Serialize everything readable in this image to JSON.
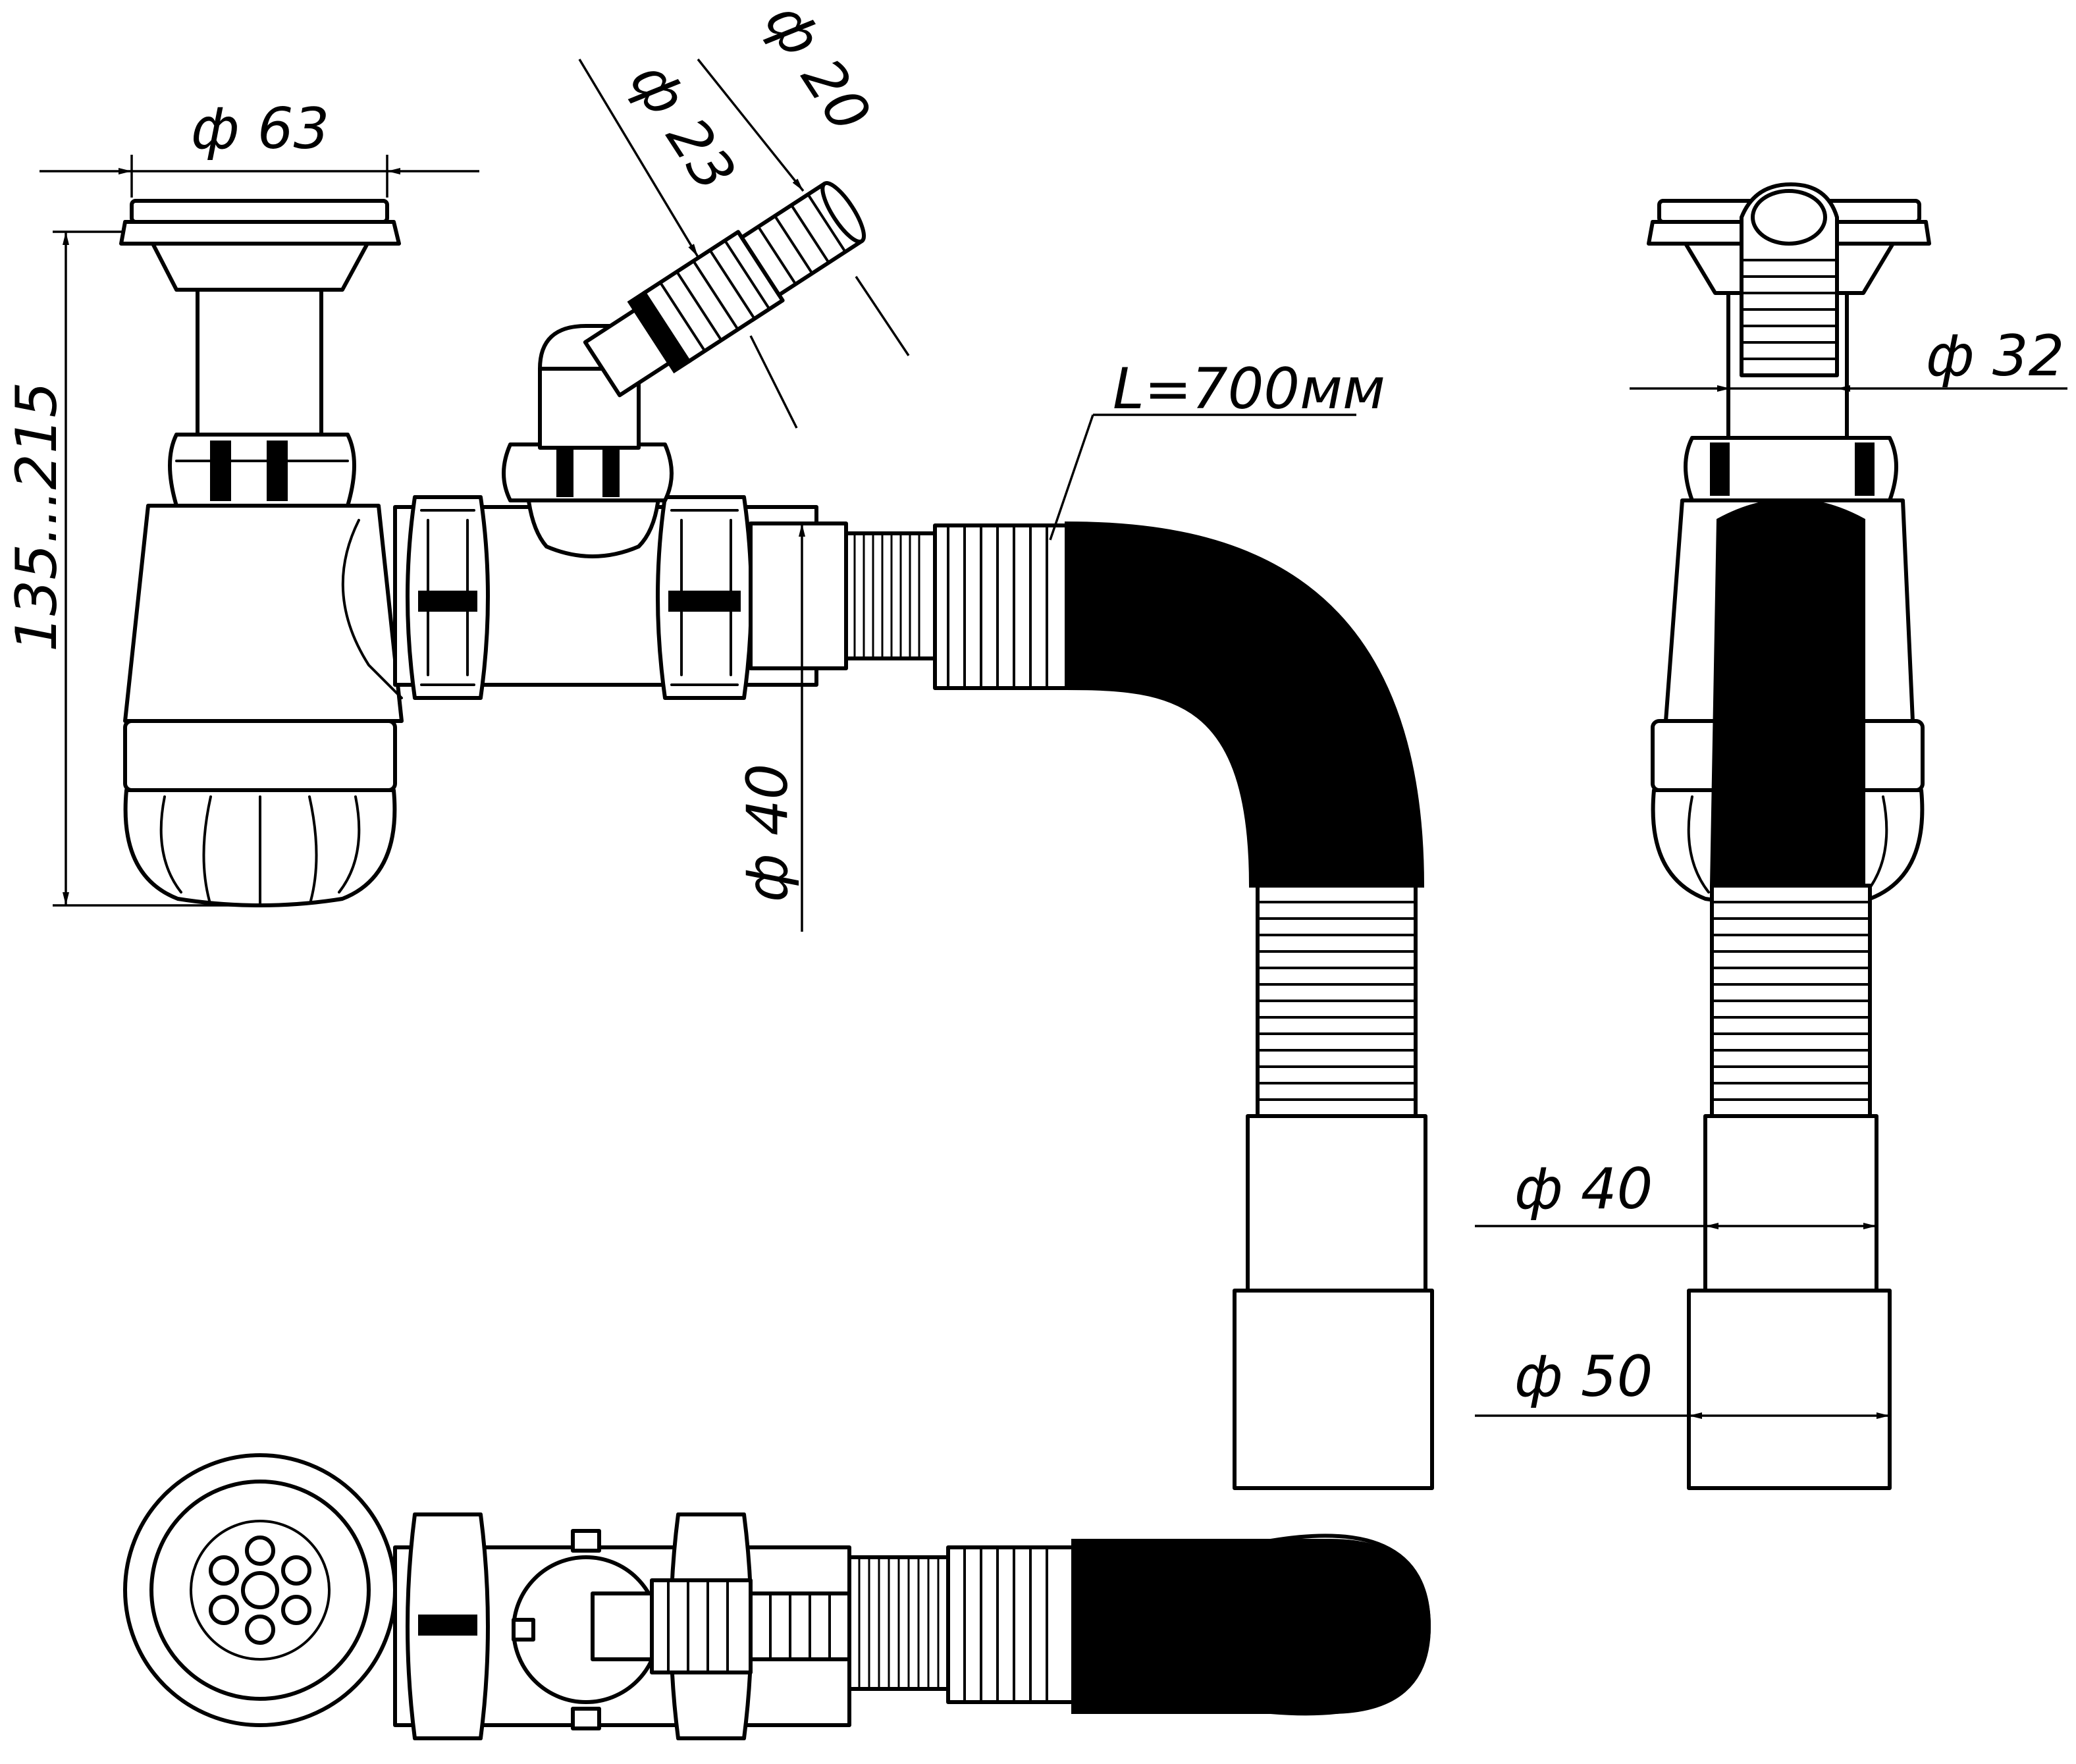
{
  "dimensions": {
    "d63": "ф 63",
    "d23": "ф 23",
    "d20": "ф 20",
    "height_range": "135...215",
    "length": "L=700мм",
    "d40_main": "ф 40",
    "d32": "ф 32",
    "d40_side": "ф 40",
    "d50": "ф 50"
  },
  "colors": {
    "line": "#000000",
    "background": "#ffffff",
    "hose_fill": "#000000"
  }
}
